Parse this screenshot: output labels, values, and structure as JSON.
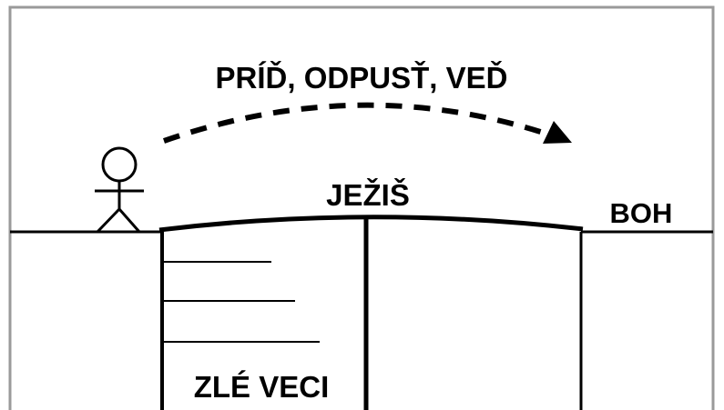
{
  "diagram": {
    "instruction": "PRÍĎ, ODPUSŤ, VEĎ",
    "bridge_label": "JEŽIŠ",
    "right_label": "BOH",
    "gap_label": "ZLÉ VECI",
    "colors": {
      "ink": "#000000",
      "background": "#ffffff",
      "border": "#9a9a9a"
    }
  }
}
